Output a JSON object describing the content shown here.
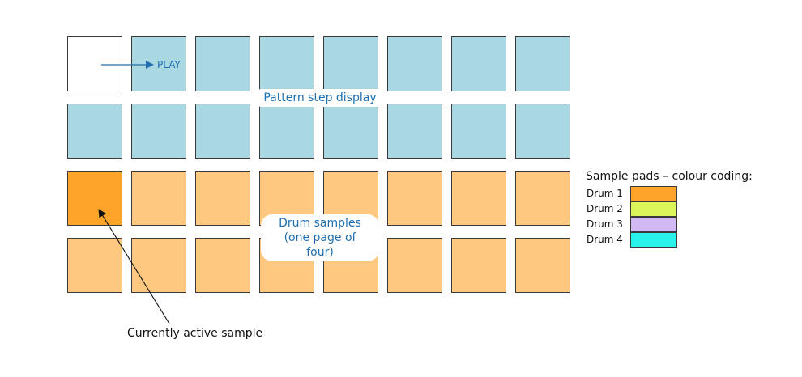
{
  "grid": {
    "rows": [
      {
        "section": "pattern",
        "pads": [
          "empty",
          "step",
          "step",
          "step",
          "step",
          "step",
          "step",
          "step"
        ]
      },
      {
        "section": "pattern",
        "pads": [
          "step",
          "step",
          "step",
          "step",
          "step",
          "step",
          "step",
          "step"
        ]
      },
      {
        "section": "samples",
        "pads": [
          "active",
          "sample",
          "sample",
          "sample",
          "sample",
          "sample",
          "sample",
          "sample"
        ]
      },
      {
        "section": "samples",
        "pads": [
          "sample",
          "sample",
          "sample",
          "sample",
          "sample",
          "sample",
          "sample",
          "sample"
        ]
      }
    ],
    "colors": {
      "empty": "#ffffff",
      "step": "#a9d8e3",
      "sample": "#fec880",
      "active": "#fea42a"
    }
  },
  "annotations": {
    "play": "PLAY",
    "pattern_display": "Pattern step display",
    "drum_samples_line1": "Drum samples",
    "drum_samples_line2": "(one page of four)",
    "active_sample": "Currently active sample"
  },
  "legend": {
    "title": "Sample pads – colour coding:",
    "items": [
      {
        "label": "Drum 1",
        "color": "#fea42a"
      },
      {
        "label": "Drum 2",
        "color": "#dcf55a"
      },
      {
        "label": "Drum 3",
        "color": "#d1b9f3"
      },
      {
        "label": "Drum 4",
        "color": "#28f2e9"
      }
    ]
  },
  "arrow_color": "#1f6fb0"
}
